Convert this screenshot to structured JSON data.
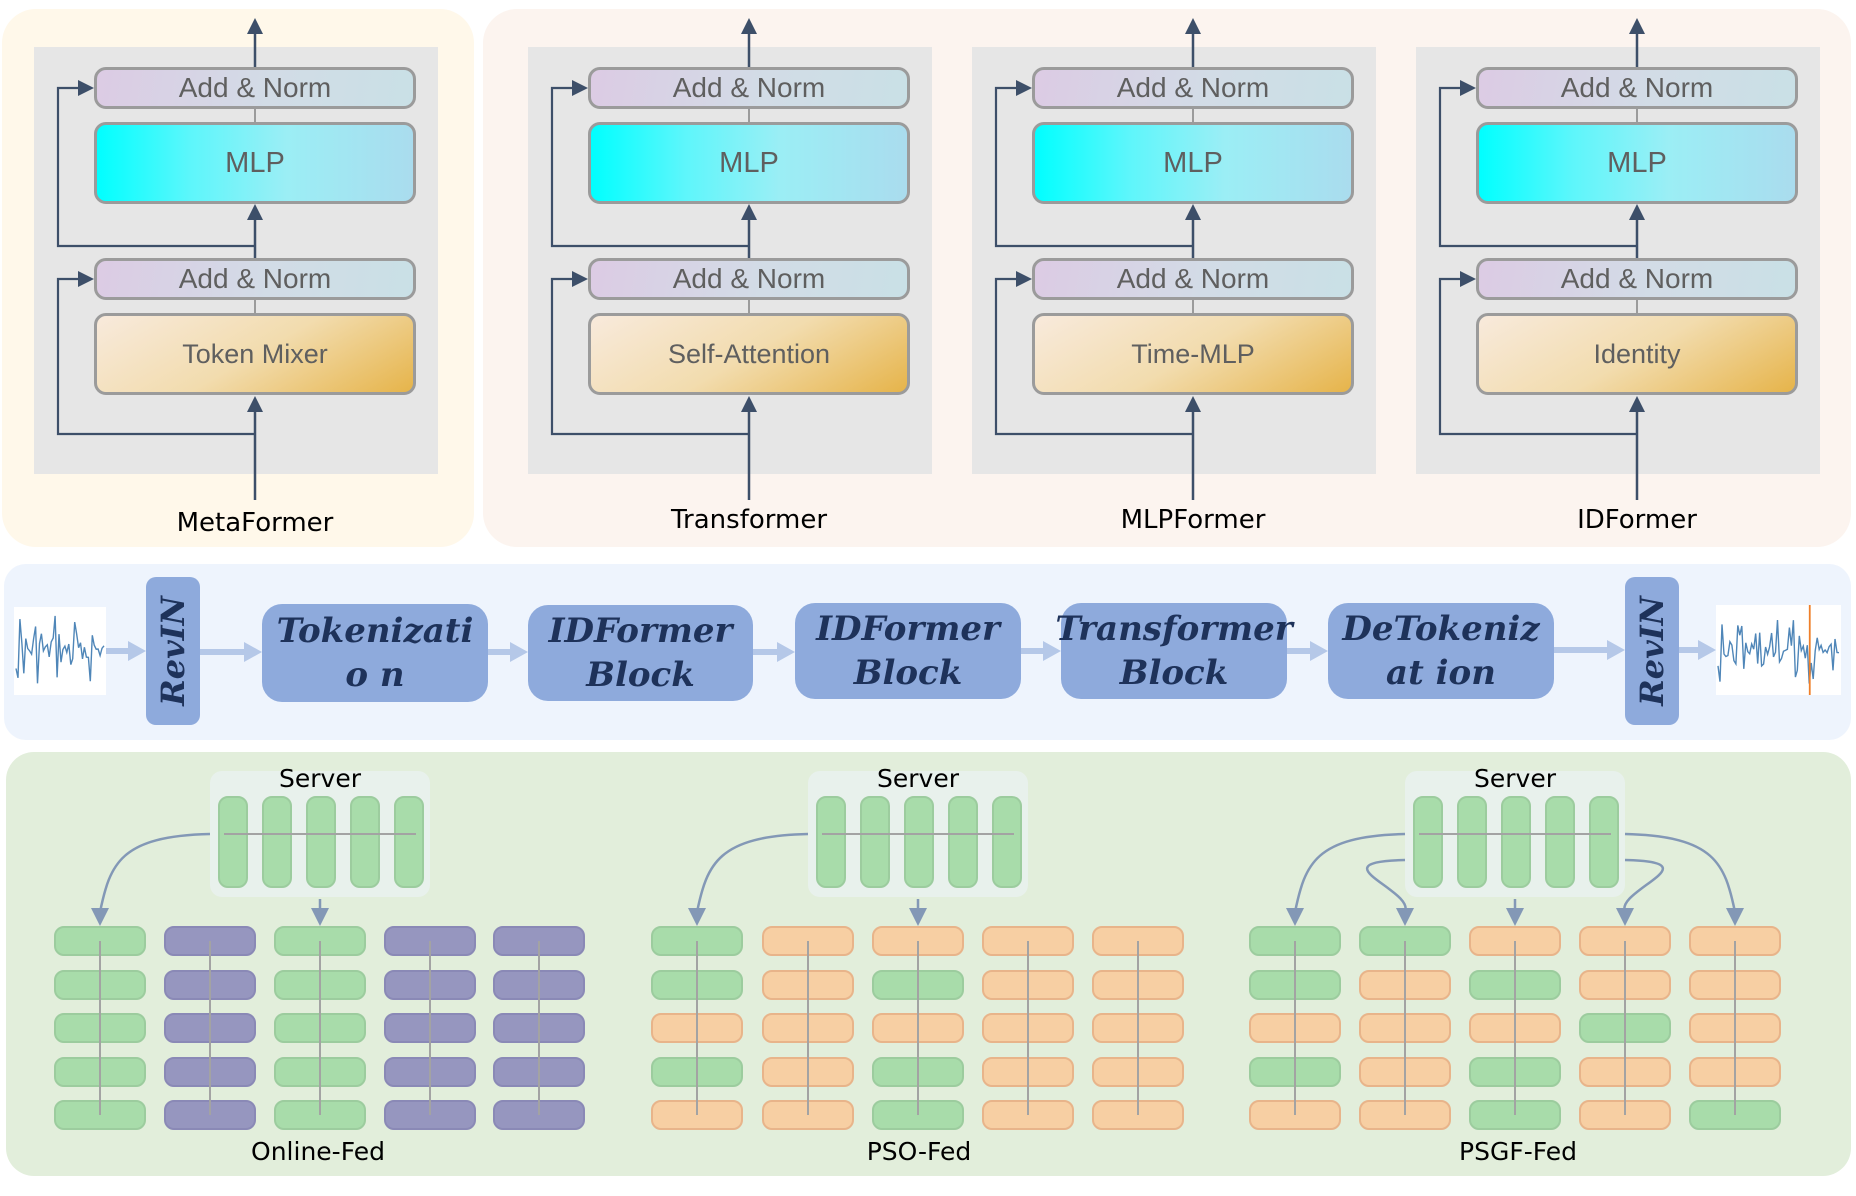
{
  "top_row": {
    "metaformer": {
      "caption": "MetaFormer",
      "blocks": {
        "add_norm_top": "Add & Norm",
        "mlp": "MLP",
        "add_norm_bottom": "Add & Norm",
        "mixer": "Token Mixer"
      }
    },
    "variants": [
      {
        "caption": "Transformer",
        "blocks": {
          "add_norm_top": "Add & Norm",
          "mlp": "MLP",
          "add_norm_bottom": "Add & Norm",
          "mixer": "Self-Attention"
        }
      },
      {
        "caption": "MLPFormer",
        "blocks": {
          "add_norm_top": "Add & Norm",
          "mlp": "MLP",
          "add_norm_bottom": "Add & Norm",
          "mixer": "Time-MLP"
        }
      },
      {
        "caption": "IDFormer",
        "blocks": {
          "add_norm_top": "Add & Norm",
          "mlp": "MLP",
          "add_norm_bottom": "Add & Norm",
          "mixer": "Identity"
        }
      }
    ]
  },
  "pipeline": {
    "input_icon": "time-series-input-icon",
    "revin_in": "RevIN",
    "stages": [
      "Tokenizatio n",
      "IDFormer Block",
      "IDFormer Block",
      "Transformer Block",
      "DeTokenizat ion"
    ],
    "revin_out": "RevIN",
    "output_icon": "time-series-forecast-icon"
  },
  "federated": {
    "colors": {
      "shared": "#a8dcaa",
      "local_online": "#9696bf",
      "local": "#f7cfa3",
      "arrow": "#8398b6"
    },
    "schemes": [
      {
        "caption": "Online-Fed",
        "server_label": "Server",
        "server_layers": 5,
        "arrow_targets": [
          0,
          2
        ],
        "clients": [
          [
            "g",
            "g",
            "g",
            "g",
            "g"
          ],
          [
            "p",
            "p",
            "p",
            "p",
            "p"
          ],
          [
            "g",
            "g",
            "g",
            "g",
            "g"
          ],
          [
            "p",
            "p",
            "p",
            "p",
            "p"
          ],
          [
            "p",
            "p",
            "p",
            "p",
            "p"
          ]
        ]
      },
      {
        "caption": "PSO-Fed",
        "server_label": "Server",
        "server_layers": 5,
        "arrow_targets": [
          0,
          2
        ],
        "clients": [
          [
            "g",
            "g",
            "o",
            "g",
            "o"
          ],
          [
            "o",
            "o",
            "o",
            "o",
            "o"
          ],
          [
            "o",
            "g",
            "o",
            "g",
            "g"
          ],
          [
            "o",
            "o",
            "o",
            "o",
            "o"
          ],
          [
            "o",
            "o",
            "o",
            "o",
            "o"
          ]
        ]
      },
      {
        "caption": "PSGF-Fed",
        "server_label": "Server",
        "server_layers": 5,
        "arrow_targets": [
          0,
          1,
          2,
          3,
          4
        ],
        "clients": [
          [
            "g",
            "g",
            "o",
            "g",
            "o"
          ],
          [
            "g",
            "o",
            "o",
            "o",
            "o"
          ],
          [
            "o",
            "g",
            "o",
            "g",
            "g"
          ],
          [
            "o",
            "o",
            "g",
            "o",
            "o"
          ],
          [
            "o",
            "o",
            "o",
            "o",
            "g"
          ]
        ]
      }
    ]
  }
}
